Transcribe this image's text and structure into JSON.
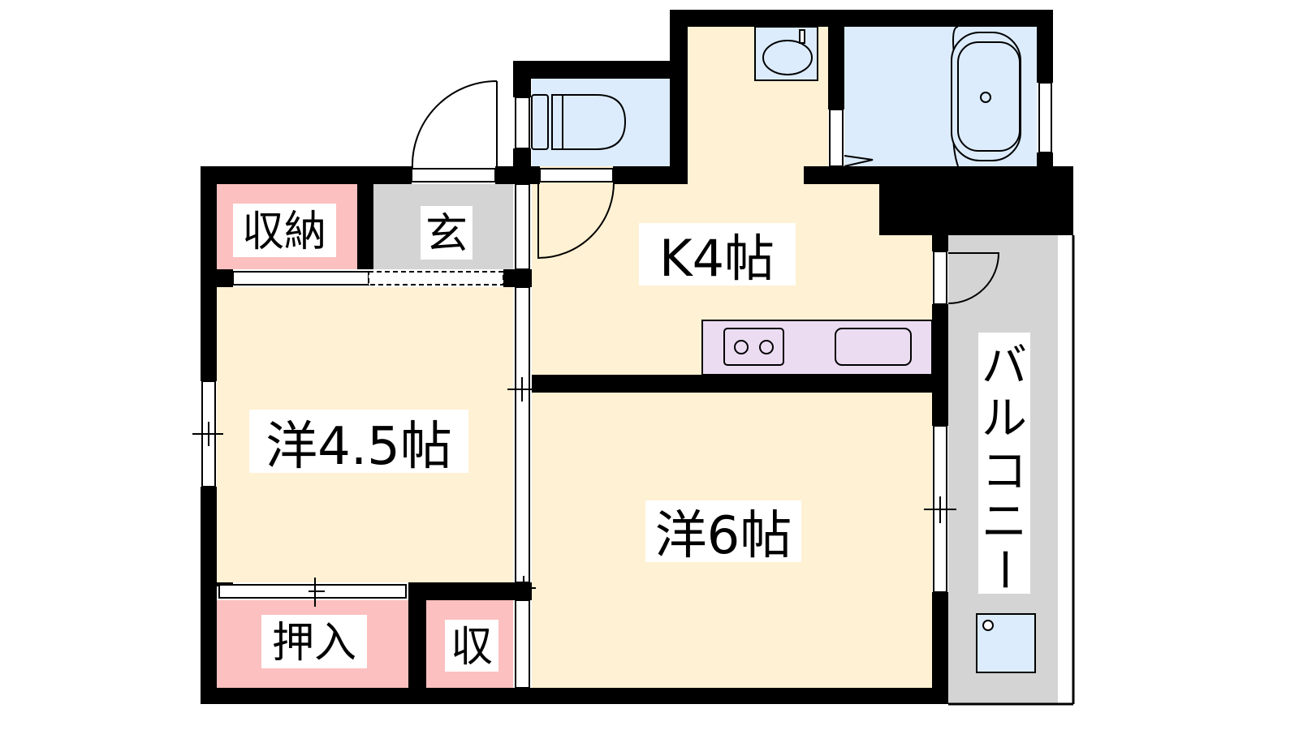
{
  "rooms": {
    "storage_top": "収納",
    "entrance": "玄",
    "kitchen": "K4帖",
    "western_small": "洋4.5帖",
    "western_large": "洋6帖",
    "closet": "押入",
    "storage_small": "収",
    "balcony": [
      "バ",
      "ル",
      "コ",
      "ニ",
      "ー"
    ]
  },
  "colors": {
    "wall": "#000000",
    "room_floor": "#fff1d3",
    "storage": "#fcc0c0",
    "entrance": "#d4d4d4",
    "wet_area": "#dcecfc",
    "kitchen_counter": "#ecdcf2",
    "balcony": "#d4d4d4"
  }
}
